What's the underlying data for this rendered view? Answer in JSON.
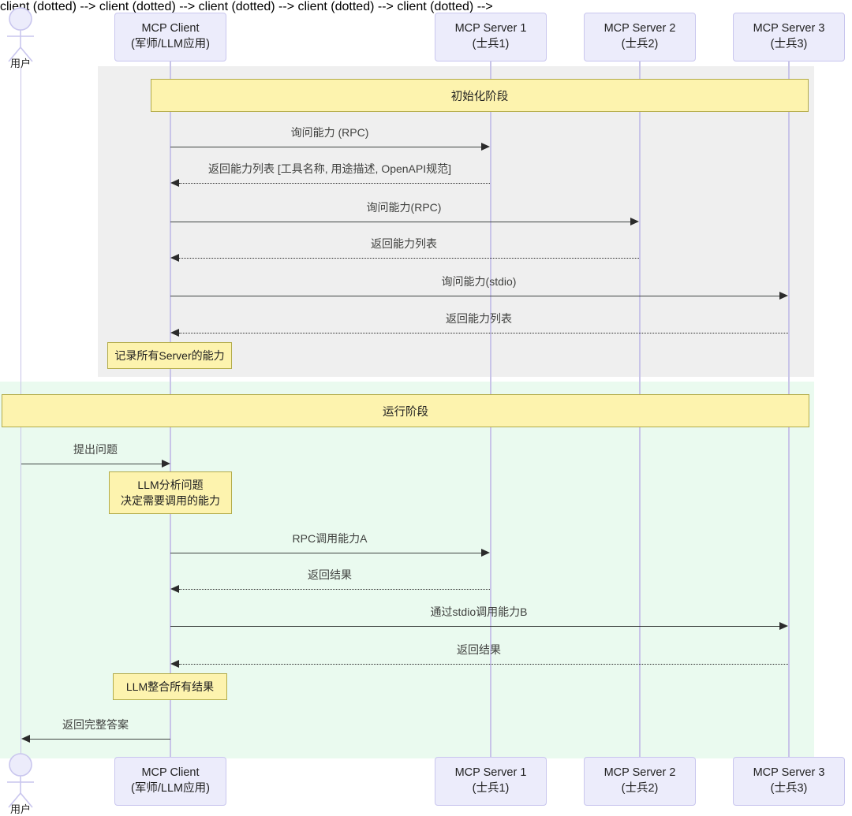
{
  "diagram": {
    "title": "MCP Client / Server Sequence Diagram",
    "type": "sequence-diagram",
    "colors": {
      "participant_fill": "#ececfb",
      "participant_border": "#c9c6ee",
      "lifeline": "#c8c4e8",
      "note_fill": "#fdf3ae",
      "note_border": "#b2ab49",
      "init_region_fill": "#efefef",
      "run_region_fill": "#eafaef",
      "arrow": "#2b2b2b"
    }
  },
  "actor": {
    "label": "用户"
  },
  "participants": [
    {
      "id": "client",
      "line1": "MCP Client",
      "line2": "(军师/LLM应用)"
    },
    {
      "id": "server1",
      "line1": "MCP Server 1",
      "line2": "(士兵1)"
    },
    {
      "id": "server2",
      "line1": "MCP Server 2",
      "line2": "(士兵2)"
    },
    {
      "id": "server3",
      "line1": "MCP Server 3",
      "line2": "(士兵3)"
    }
  ],
  "phases": [
    {
      "id": "init",
      "label": "初始化阶段"
    },
    {
      "id": "run",
      "label": "运行阶段"
    }
  ],
  "messages": {
    "m1": "询问能力 (RPC)",
    "m2": "返回能力列表 [工具名称, 用途描述, OpenAPI规范]",
    "m3": "询问能力(RPC)",
    "m4": "返回能力列表",
    "m5": "询问能力(stdio)",
    "m6": "返回能力列表",
    "m7": "提出问题",
    "m8": "RPC调用能力A",
    "m9": "返回结果",
    "m10": "通过stdio调用能力B",
    "m11": "返回结果",
    "m12": "返回完整答案"
  },
  "notes": {
    "n1": {
      "line1": "记录所有Server的能力"
    },
    "n2": {
      "line1": "LLM分析问题",
      "line2": "决定需要调用的能力"
    },
    "n3": {
      "line1": "LLM整合所有结果"
    }
  }
}
